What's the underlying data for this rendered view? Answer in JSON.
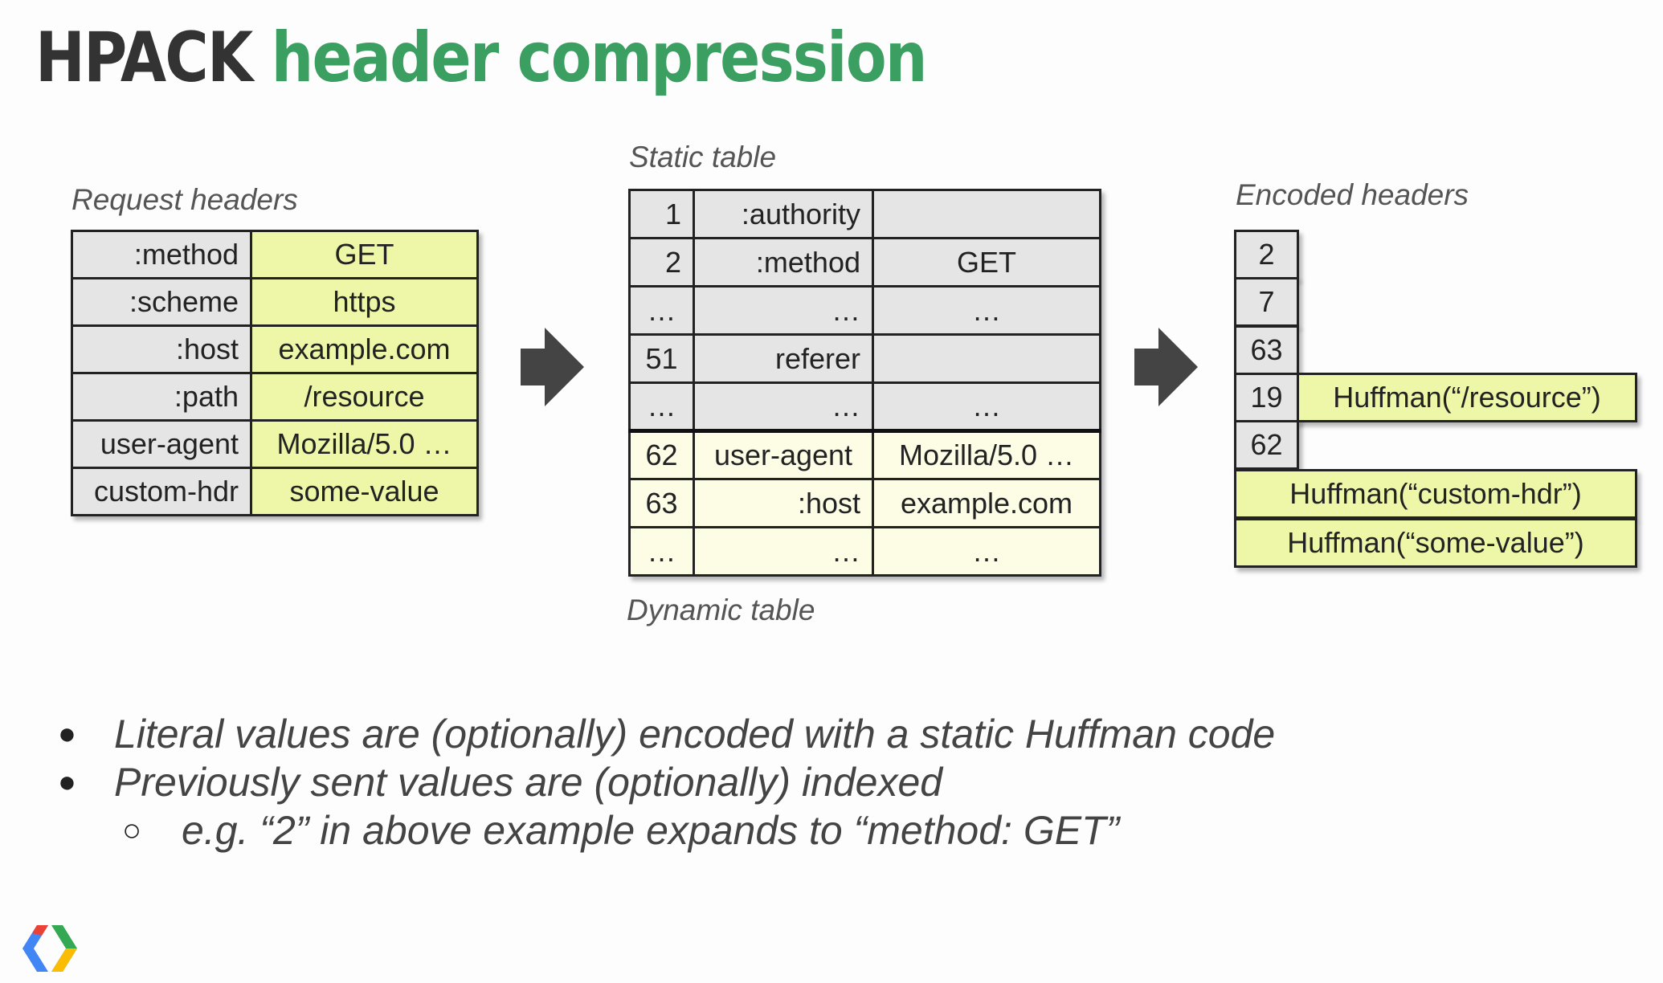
{
  "title": {
    "part1": "HPACK",
    "part2": "header compression"
  },
  "request": {
    "caption": "Request headers",
    "rows": [
      {
        "name": ":method",
        "value": "GET"
      },
      {
        "name": ":scheme",
        "value": "https"
      },
      {
        "name": ":host",
        "value": "example.com"
      },
      {
        "name": ":path",
        "value": "/resource"
      },
      {
        "name": "user-agent",
        "value": "Mozilla/5.0 …"
      },
      {
        "name": "custom-hdr",
        "value": "some-value"
      }
    ]
  },
  "tables": {
    "static_caption": "Static table",
    "dynamic_caption": "Dynamic table",
    "static_rows": [
      {
        "index": "1",
        "name": ":authority",
        "value": ""
      },
      {
        "index": "2",
        "name": ":method",
        "value": "GET"
      },
      {
        "index": "…",
        "name": "…",
        "value": "…"
      },
      {
        "index": "51",
        "name": "referer",
        "value": ""
      },
      {
        "index": "…",
        "name": "…",
        "value": "…"
      }
    ],
    "dynamic_rows": [
      {
        "index": "62",
        "name": "user-agent",
        "value": "Mozilla/5.0 …"
      },
      {
        "index": "63",
        "name": ":host",
        "value": "example.com"
      },
      {
        "index": "…",
        "name": "…",
        "value": "…"
      }
    ]
  },
  "encoded": {
    "caption": "Encoded headers",
    "indexes": [
      "2",
      "7",
      "63",
      "19",
      "62"
    ],
    "huffman_path": "Huffman(“/resource”)",
    "huffman_name": "Huffman(“custom-hdr”)",
    "huffman_value": "Huffman(“some-value”)"
  },
  "bullets": [
    {
      "level": 1,
      "marker": "●",
      "text": "Literal values are (optionally) encoded with a static Huffman code"
    },
    {
      "level": 1,
      "marker": "●",
      "text": "Previously sent values are (optionally) indexed"
    },
    {
      "level": 2,
      "marker": "○",
      "text": "e.g. “2” in above example expands to “method: GET”"
    }
  ],
  "colors": {
    "title_dark": "#333333",
    "title_green": "#3a9f61",
    "key_cell": "#e5e5e5",
    "value_cell": "#eef7a8",
    "dynamic_cell": "#fdfde6",
    "arrow": "#444444"
  },
  "icons": {
    "arrow": "right-arrow-icon",
    "logo": "google-developers-logo"
  }
}
